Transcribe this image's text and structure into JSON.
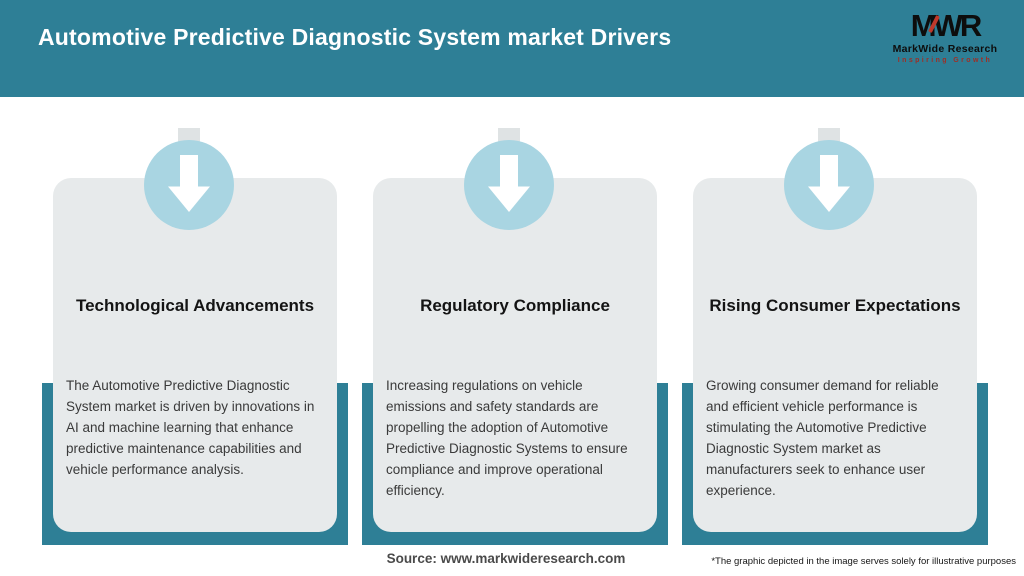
{
  "header": {
    "title": "Automotive Predictive Diagnostic System market Drivers",
    "logo": {
      "acronym": "MWR",
      "name": "MarkWide Research",
      "tagline": "Inspiring Growth"
    }
  },
  "cards": [
    {
      "icon": "arrow-down-icon",
      "title": "Technological Advancements",
      "body": "The Automotive Predictive Diagnostic System market is driven by innovations in AI and machine learning that enhance predictive maintenance capabilities and vehicle performance analysis."
    },
    {
      "icon": "arrow-down-icon",
      "title": "Regulatory Compliance",
      "body": "Increasing regulations on vehicle emissions and safety standards are propelling the adoption of Automotive Predictive Diagnostic Systems to ensure compliance and improve operational efficiency."
    },
    {
      "icon": "arrow-down-icon",
      "title": "Rising Consumer Expectations",
      "body": "Growing consumer demand for reliable and efficient vehicle performance is stimulating the Automotive Predictive Diagnostic System market as manufacturers seek to enhance user experience."
    }
  ],
  "footer": {
    "source": "Source: www.markwideresearch.com",
    "disclaimer": "*The graphic depicted in the image serves solely for illustrative purposes"
  },
  "colors": {
    "teal": "#2E7F96",
    "circle_blue": "#A9D5E2",
    "card_background": "#E7EAEB",
    "logo_accent_red": "#C0392B",
    "tagline_red": "#9E2F26"
  }
}
